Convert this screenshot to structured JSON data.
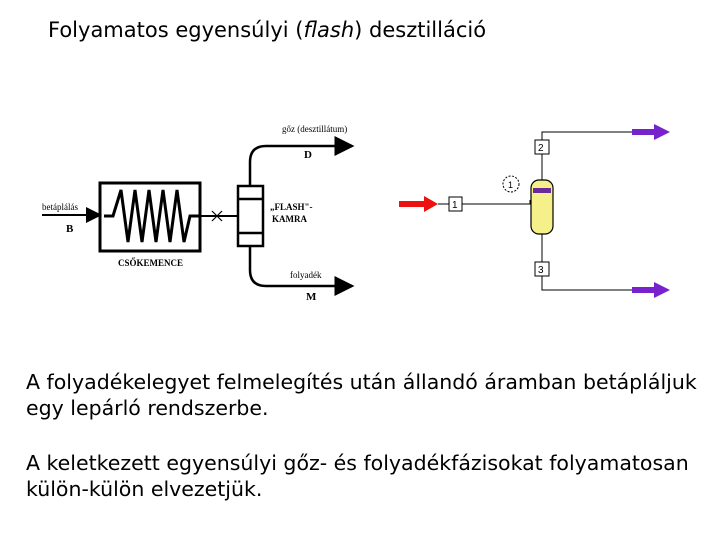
{
  "title": {
    "prefix": "Folyamatos egyensúlyi (",
    "italic": "flash",
    "suffix": ") desztilláció"
  },
  "left_diagram": {
    "feed_label": "betáplálás",
    "feed_symbol": "B",
    "vapor_label": "gőz (desztillátum)",
    "vapor_symbol": "D",
    "flash_label_line1": "„FLASH\"-",
    "flash_label_line2": "KAMRA",
    "furnace_label": "CSŐKEMENCE",
    "liquid_label": "folyadék",
    "liquid_symbol": "M"
  },
  "right_diagram": {
    "stream_1": "1",
    "stream_2": "2",
    "stream_3": "3",
    "node_1": "1",
    "colors": {
      "feed_arrow": "#ee1111",
      "product_arrow": "#7722cc",
      "vessel": "#f5f08a",
      "vessel_band": "#6a2a9a"
    }
  },
  "paragraphs": [
    "A folyadékelegyet felmelegítés után állandó áramban betápláljuk egy lepárló rendszerbe.",
    "A keletkezett egyensúlyi gőz- és folyadékfázisokat folyamatosan külön-külön elvezetjük."
  ]
}
